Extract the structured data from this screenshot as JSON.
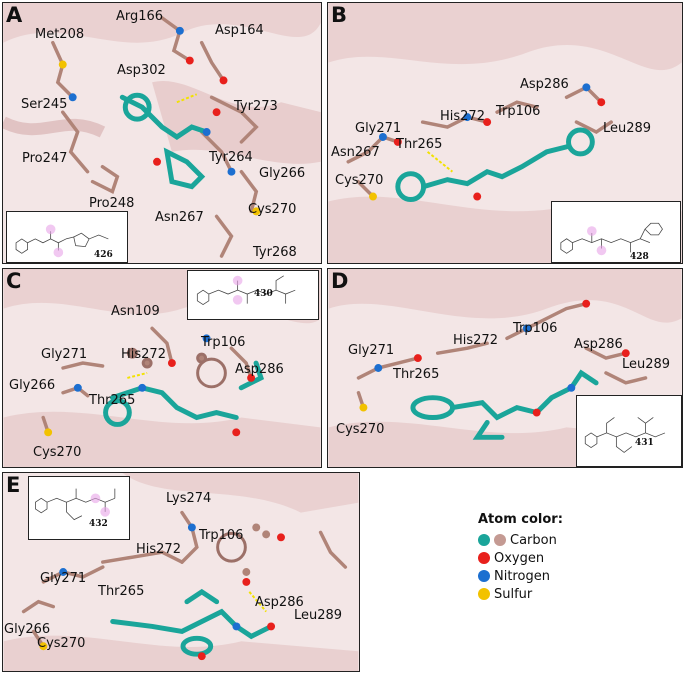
{
  "panels": {
    "A": {
      "label": "A",
      "residues": [
        "Arg166",
        "Met208",
        "Asp164",
        "Asp302",
        "Ser245",
        "Tyr273",
        "Tyr264",
        "Pro247",
        "Gly266",
        "Pro248",
        "Asn267",
        "Cys270",
        "Tyr268"
      ],
      "inset_number": "426"
    },
    "B": {
      "label": "B",
      "residues": [
        "Asp286",
        "His272",
        "Trp106",
        "Gly271",
        "Leu289",
        "Thr265",
        "Asn267",
        "Cys270"
      ],
      "inset_number": "428"
    },
    "C": {
      "label": "C",
      "residues": [
        "Asn109",
        "Trp106",
        "Gly271",
        "His272",
        "Asp286",
        "Gly266",
        "Thr265",
        "Cys270"
      ],
      "inset_number": "430"
    },
    "D": {
      "label": "D",
      "residues": [
        "Trp106",
        "His272",
        "Gly271",
        "Asp286",
        "Thr265",
        "Leu289",
        "Cys270"
      ],
      "inset_number": "431"
    },
    "E": {
      "label": "E",
      "residues": [
        "Lys274",
        "Trp106",
        "His272",
        "Gly271",
        "Thr265",
        "Asp286",
        "Leu289",
        "Gly266",
        "Cys270"
      ],
      "inset_number": "432"
    }
  },
  "legend": {
    "title": "Atom color:",
    "items": [
      {
        "label": "Carbon",
        "colors": [
          "#1aa59a",
          "#c49a93"
        ]
      },
      {
        "label": "Oxygen",
        "colors": [
          "#e8201c"
        ]
      },
      {
        "label": "Nitrogen",
        "colors": [
          "#1c6fd0"
        ]
      },
      {
        "label": "Sulfur",
        "colors": [
          "#f2c200"
        ]
      }
    ]
  }
}
